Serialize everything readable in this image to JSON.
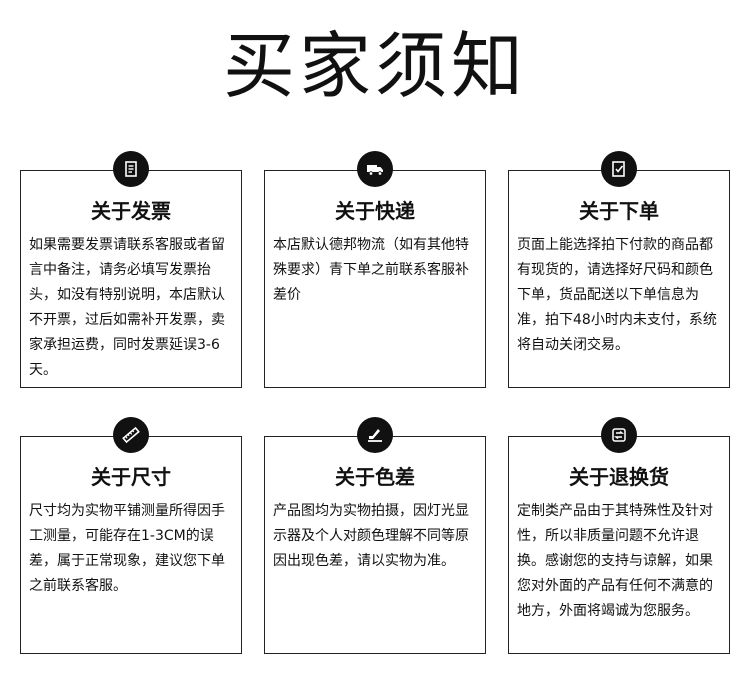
{
  "page": {
    "title": "买家须知"
  },
  "cards": [
    {
      "title": "关于发票",
      "icon": "receipt-icon",
      "body": "如果需要发票请联系客服或者留言中备注，请务必填写发票抬头，如没有特别说明，本店默认不开票，过后如需补开发票，卖家承担运费，同时发票延误3-6天。"
    },
    {
      "title": "关于快递",
      "icon": "delivery-truck-icon",
      "body": "本店默认德邦物流（如有其他特殊要求）青下单之前联系客服补差价"
    },
    {
      "title": "关于下单",
      "icon": "order-form-icon",
      "body": "页面上能选择拍下付款的商品都有现货的，请选择好尺码和颜色下单，货品配送以下单信息为准，拍下48小时内未支付，系统将自动关闭交易。"
    },
    {
      "title": "关于尺寸",
      "icon": "ruler-icon",
      "body": "尺寸均为实物平铺测量所得因手工测量，可能存在1-3CM的误差，属于正常现象，建议您下单之前联系客服。"
    },
    {
      "title": "关于色差",
      "icon": "color-swatch-icon",
      "body": "产品图均为实物拍摄，因灯光显示器及个人对颜色理解不同等原因出现色差，请以实物为准。"
    },
    {
      "title": "关于退换货",
      "icon": "exchange-icon",
      "body": "定制类产品由于其特殊性及针对性，所以非质量问题不允许退换。感谢您的支持与谅解，如果您对外面的产品有任何不满意的地方，外面将竭诚为您服务。"
    }
  ]
}
